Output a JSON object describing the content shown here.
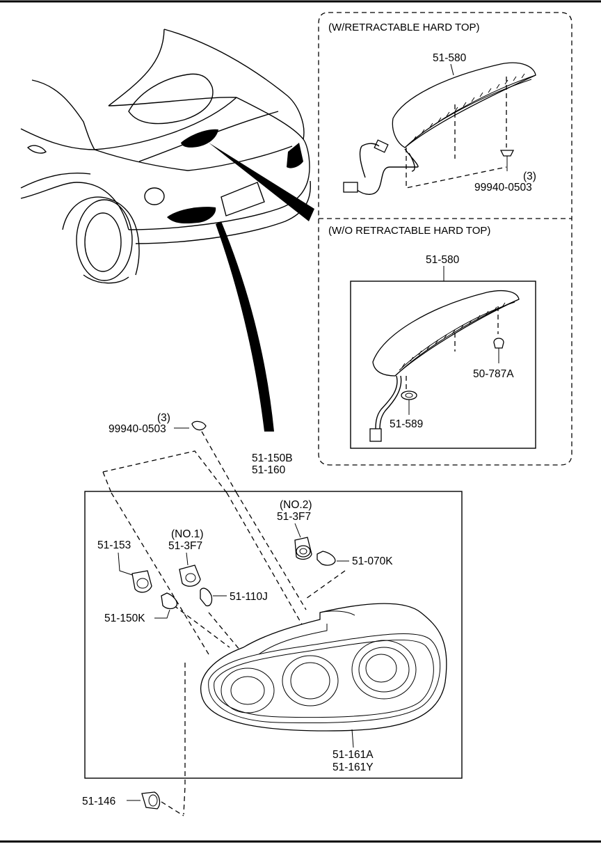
{
  "panels": {
    "with_hard_top_title": "(W/RETRACTABLE HARD TOP)",
    "without_hard_top_title": "(W/O RETRACTABLE HARD TOP)"
  },
  "labels": {
    "hmsl_with": "51-580",
    "screw_with_qty": "(3)",
    "screw_with": "99940-0503",
    "hmsl_without": "51-580",
    "clip_without": "50-787A",
    "grommet_without": "51-589",
    "screw_main_qty": "(3)",
    "screw_main": "99940-0503",
    "lamp_assy_1": "51-150B",
    "lamp_assy_2": "51-160",
    "socket_no2_tag": "(NO.2)",
    "socket_no2": "51-3F7",
    "bulb_070k": "51-070K",
    "socket_no1_tag": "(NO.1)",
    "socket_no1": "51-3F7",
    "socket_153": "51-153",
    "bulb_110j": "51-110J",
    "bulb_150k": "51-150K",
    "lens_1": "51-161A",
    "lens_2": "51-161Y",
    "clip_146": "51-146"
  }
}
